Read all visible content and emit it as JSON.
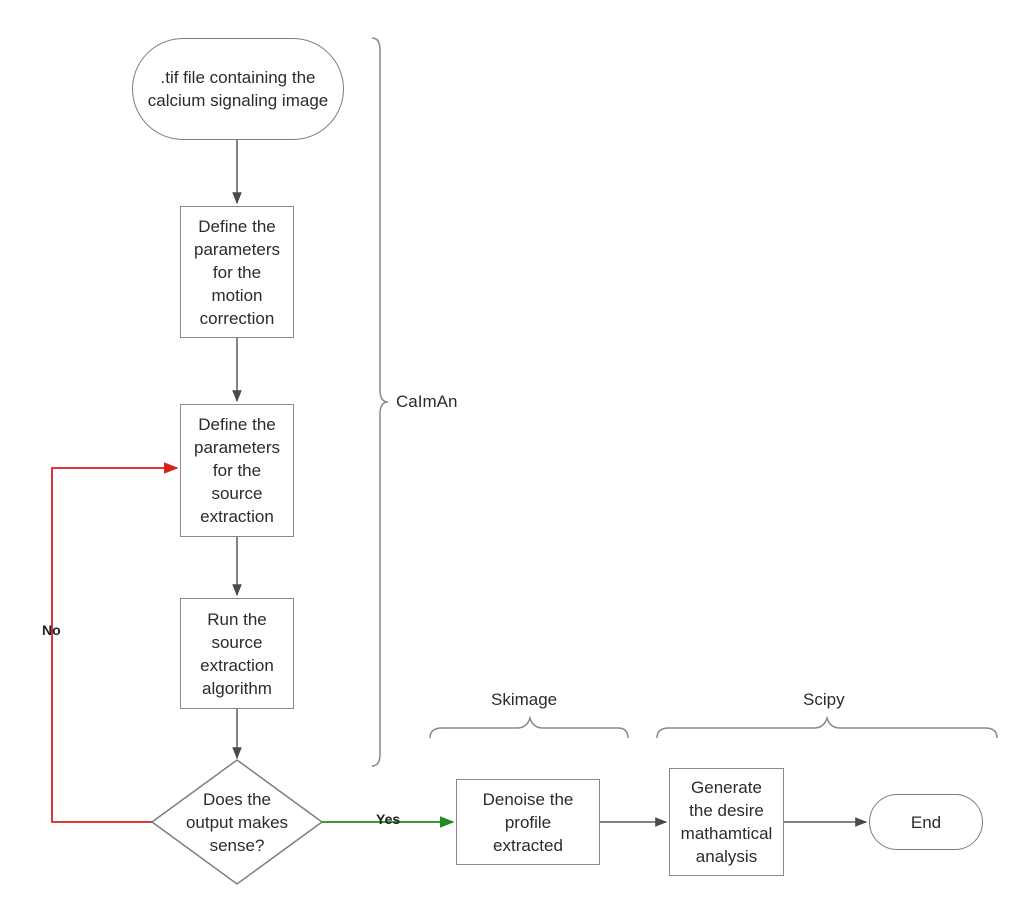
{
  "nodes": {
    "start": ".tif file containing the\ncalcium signaling image",
    "motion": "Define the\nparameters\nfor the\nmotion\ncorrection",
    "source_params": "Define the\nparameters\nfor the\nsource\nextraction",
    "run": "Run the\nsource\nextraction\nalgorithm",
    "decision": "Does the\noutput makes\nsense?",
    "denoise": "Denoise the\nprofile\nextracted",
    "analysis": "Generate\nthe desire\nmathamtical\nanalysis",
    "end": "End"
  },
  "groups": {
    "caiman": "CaImAn",
    "skimage": "Skimage",
    "scipy": "Scipy"
  },
  "edges": {
    "no": "No",
    "yes": "Yes"
  },
  "colors": {
    "line": "#5a5a5a",
    "no_edge": "#d92020",
    "yes_edge": "#1e8c1e",
    "node_border": "#8a8a8a"
  }
}
